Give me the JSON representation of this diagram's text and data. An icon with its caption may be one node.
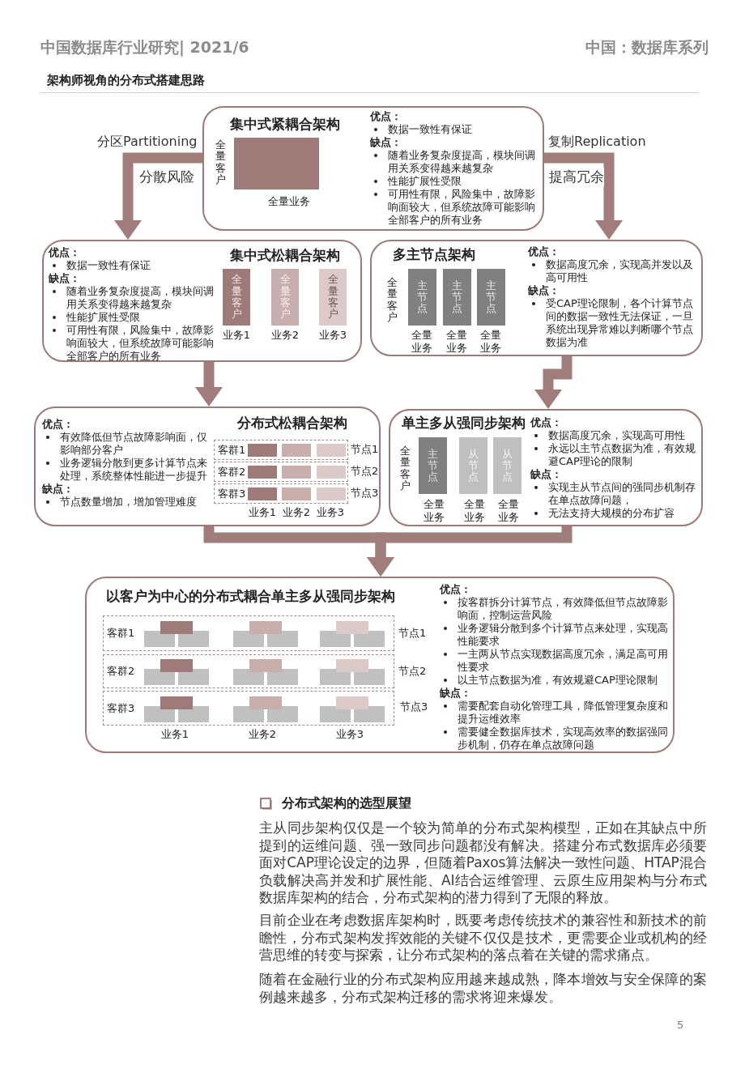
{
  "diagram": {
    "title": "架构师视角的分布式搭建思路",
    "nodes": [
      {
        "text": [
          "集中式紧耦合架构",
          "全量客户",
          "全量业务",
          "优点：",
          "数据一致性有保证",
          "缺点：",
          "随着业务复杂度提高，模块间调用关系变得越来越复杂",
          "性能扩展性受限",
          "可用性有限，风险集中，故障影响面较大，但系统故障可能影响全部客户的所有业务"
        ]
      },
      {
        "text": [
          "优点：",
          "数据一致性有保证",
          "缺点：",
          "随着业务复杂度提高，模块间调用关系变得越来越复杂",
          "性能扩展性受限",
          "可用性有限，风险集中，故障影响面较大，但系统故障可能影响全部客户的所有业务",
          "集中式松耦合架构",
          "业务1",
          "业务2",
          "业务3"
        ]
      },
      {
        "text": [
          "全量客户"
        ],
        "in": 1
      },
      {
        "text": [
          "全量客户"
        ],
        "in": 1
      },
      {
        "text": [
          "全量客户"
        ],
        "in": 1
      },
      {
        "text": [
          "多主节点架构",
          "全量客户",
          "全量业务",
          "全量业务",
          "全量业务",
          "优点：",
          "数据高度冗余，实现高并发以及高可用性",
          "缺点：",
          "受CAP理论限制，各个计算节点间的数据一致性无法保证，一旦系统出现异常难以判断哪个节点数据为准"
        ]
      },
      {
        "text": [
          "主节点"
        ],
        "in": 5
      },
      {
        "text": [
          "主节点"
        ],
        "in": 5
      },
      {
        "text": [
          "主节点"
        ],
        "in": 5
      },
      {
        "text": [
          "优点：",
          "有效降低但节点故障影响面，仅影响部分客户",
          "业务逻辑分散到更多计算节点来处理，系统整体性能进一步提升",
          "缺点：",
          "节点数量增加，增加管理难度",
          "分布式松耦合架构",
          "业务1",
          "业务2",
          "业务3"
        ]
      },
      {
        "text": [
          "客群1"
        ],
        "in": 9,
        "beside": [
          "节点1"
        ]
      },
      {
        "text": [
          "客群2"
        ],
        "in": 9,
        "beside": [
          "节点2"
        ]
      },
      {
        "text": [
          "客群3"
        ],
        "in": 9,
        "beside": [
          "节点3"
        ]
      },
      {
        "text": [
          "单主多从强同步架构",
          "全量客户",
          "全量业务",
          "全量业务",
          "全量业务",
          "优点：",
          "数据高度冗余，实现高可用性",
          "永远以主节点数据为准，有效规避CAP理论的限制",
          "缺点：",
          "实现主从节点间的强同步机制存在单点故障问题，",
          "无法支持大规模的分布扩容"
        ]
      },
      {
        "text": [
          "主节点"
        ],
        "in": 13
      },
      {
        "text": [
          "从节点"
        ],
        "in": 13
      },
      {
        "text": [
          "从节点"
        ],
        "in": 13
      },
      {
        "text": [
          "以客户为中心的分布式耦合单主多从强同步架构",
          "业务1",
          "业务2",
          "业务3",
          "优点：",
          "按客群拆分计算节点，有效降低但节点故障影响面，控制运营风险",
          "业务逻辑分散到多个计算节点来处理，实现高性能要求",
          "一主两从节点实现数据高度冗余，满足高可用性要求",
          "以主节点数据为准，有效规避CAP理论限制",
          "缺点：",
          "需要配套自动化管理工具，降低管理复杂度和提升运维效率",
          "需要健全数据库技术，实现高效率的数据强同步机制，仍存在单点故障问题"
        ]
      },
      {
        "text": [
          "客群1"
        ],
        "in": 17,
        "beside": [
          "节点1"
        ]
      },
      {
        "text": [
          "客群2"
        ],
        "in": 17,
        "beside": [
          "节点2"
        ]
      },
      {
        "text": [
          "客群3"
        ],
        "in": 17,
        "beside": [
          "节点3"
        ]
      },
      {
        "text": [],
        "shape": "box",
        "in": 0
      }
    ],
    "edges": [
      {
        "from": 0,
        "to": 1,
        "arrow": "to",
        "label": "分散风险"
      },
      {
        "from": 0,
        "to": 5,
        "arrow": "to",
        "label": "提高冗余"
      },
      {
        "from": 1,
        "to": 9,
        "arrow": "to"
      },
      {
        "from": 5,
        "to": 13,
        "arrow": "to"
      },
      {
        "from": 9,
        "to": 17,
        "arrow": "to"
      },
      {
        "from": 13,
        "to": 17,
        "arrow": "to"
      }
    ],
    "labels": [
      "中国数据库行业研究| 2021/6",
      "中国：数据库系列",
      "分区Partitioning",
      "复制Replication",
      "分布式架构的选型展望",
      "主从同步架构仅仅是一个较为简单的分布式架构模型，正如在其缺点中所提到的运维问题、强一致同步问题都没有解决。搭建分布式数据库必须要面对CAP理论设定的边界，但随着Paxos算法解决一致性问题、HTAP混合负载解决高并发和扩展性能、AI结合运维管理、云原生应用架构与分布式数据库架构的结合，分布式架构的潜力得到了无限的释放。",
      "目前企业在考虑数据库架构时，既要考虑传统技术的兼容性和新技术的前瞻性，分布式架构发挥效能的关键不仅仅是技术，更需要企业或机构的经营思维的转变与探索，让分布式架构的落点着在关键的需求痛点。",
      "随着在金融行业的分布式架构应用越来越成熟，降本增效与安全保障的案例越来越多，分布式架构迁移的需求将迎来爆发。",
      "5"
    ]
  }
}
